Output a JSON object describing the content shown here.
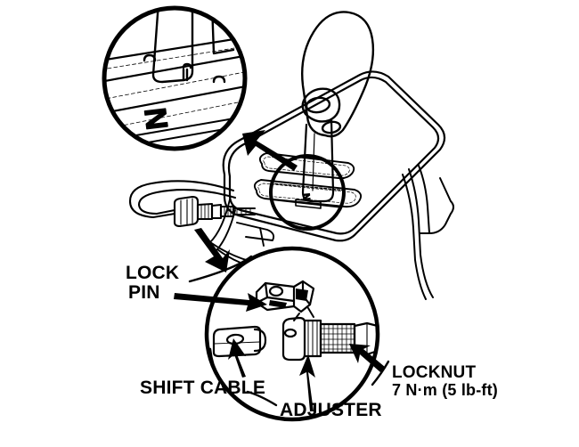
{
  "figure": {
    "title": "Shift cable adjuster service diagram",
    "type": "line-art-technical-illustration",
    "background_color": "#ffffff",
    "ink_color": "#000000"
  },
  "callouts": {
    "lock_pin": {
      "line1": "LOCK",
      "line2": "PIN"
    },
    "shift_cable": {
      "label": "SHIFT CABLE"
    },
    "adjuster": {
      "label": "ADJUSTER"
    },
    "locknut": {
      "line1": "LOCKNUT",
      "line2": "7 N·m (5 lb-ft)"
    }
  },
  "detail_views": {
    "upper_circle": {
      "name": "shift-indicator-detail",
      "marking": "N",
      "description": "Magnified view of the shift position indicator showing the N (Neutral) mark on the console gate"
    },
    "lower_circle": {
      "name": "cable-adjuster-detail",
      "parts": [
        "lock pin",
        "shift cable",
        "adjuster",
        "locknut"
      ],
      "description": "Magnified view of the disassembled shift cable end, adjuster and locknut"
    }
  },
  "main_view": {
    "name": "shift-lever-assembly",
    "parts": [
      "shift lever knob",
      "console gate plate",
      "shift cable",
      "adjuster",
      "locknut",
      "mounting bracket"
    ]
  },
  "torque_spec": {
    "value_nm": "7 N·m",
    "value_lbft": "5 lb-ft",
    "applies_to": "LOCKNUT"
  }
}
